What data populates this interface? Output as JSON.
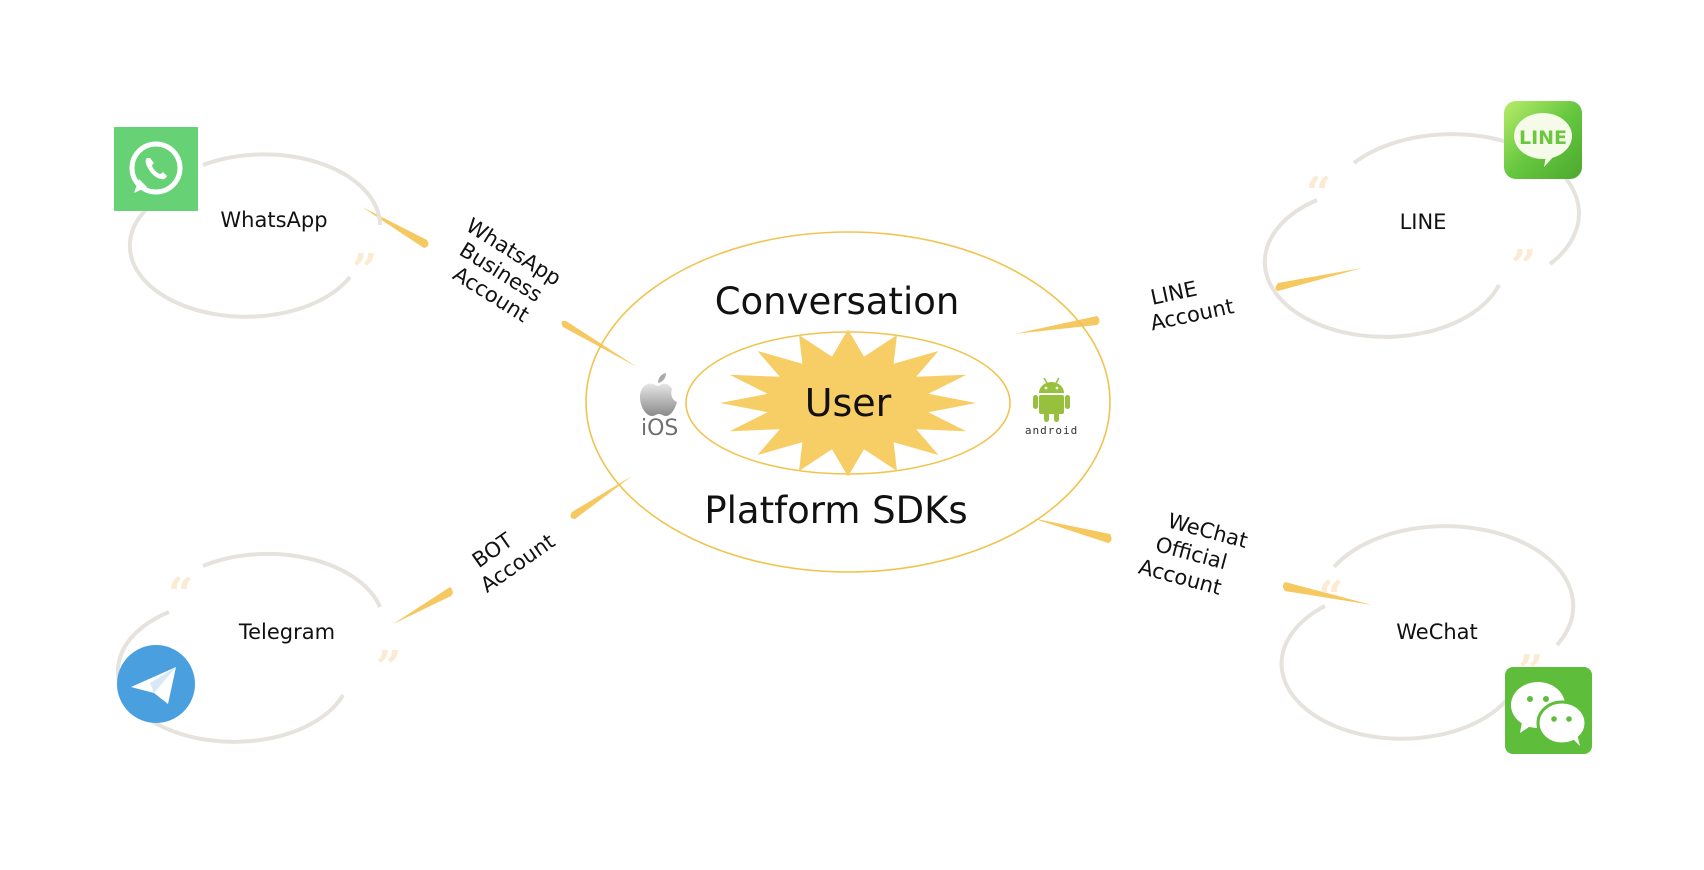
{
  "colors": {
    "accent": "#f5c860",
    "ring": "#f0c450",
    "node_ring": "#e6e3de",
    "quote": "#fbebd3",
    "text": "#111111"
  },
  "center": {
    "outer_top_label": "Conversation",
    "outer_bottom_label": "Platform SDKs",
    "core_label": "User",
    "core_shape": "starburst",
    "sdks": [
      {
        "name": "iOS",
        "icon": "apple-ios-icon",
        "label": "iOS"
      },
      {
        "name": "Android",
        "icon": "android-icon",
        "label": "android"
      }
    ]
  },
  "nodes": [
    {
      "id": "whatsapp",
      "label": "WhatsApp",
      "icon": "whatsapp-icon",
      "brand_color": "#66d175",
      "connection": {
        "lines": [
          "WhatsApp",
          "Business",
          "Account"
        ]
      }
    },
    {
      "id": "line",
      "label": "LINE",
      "icon": "line-icon",
      "brand_color": "#5fc33f",
      "icon_text": "LINE",
      "connection": {
        "lines": [
          "LINE",
          "Account"
        ]
      }
    },
    {
      "id": "telegram",
      "label": "Telegram",
      "icon": "telegram-icon",
      "brand_color": "#4a9fdf",
      "connection": {
        "lines": [
          "BOT",
          "Account"
        ]
      }
    },
    {
      "id": "wechat",
      "label": "WeChat",
      "icon": "wechat-icon",
      "brand_color": "#5fbd3c",
      "connection": {
        "lines": [
          "WeChat",
          "Official",
          "Account"
        ]
      }
    }
  ]
}
